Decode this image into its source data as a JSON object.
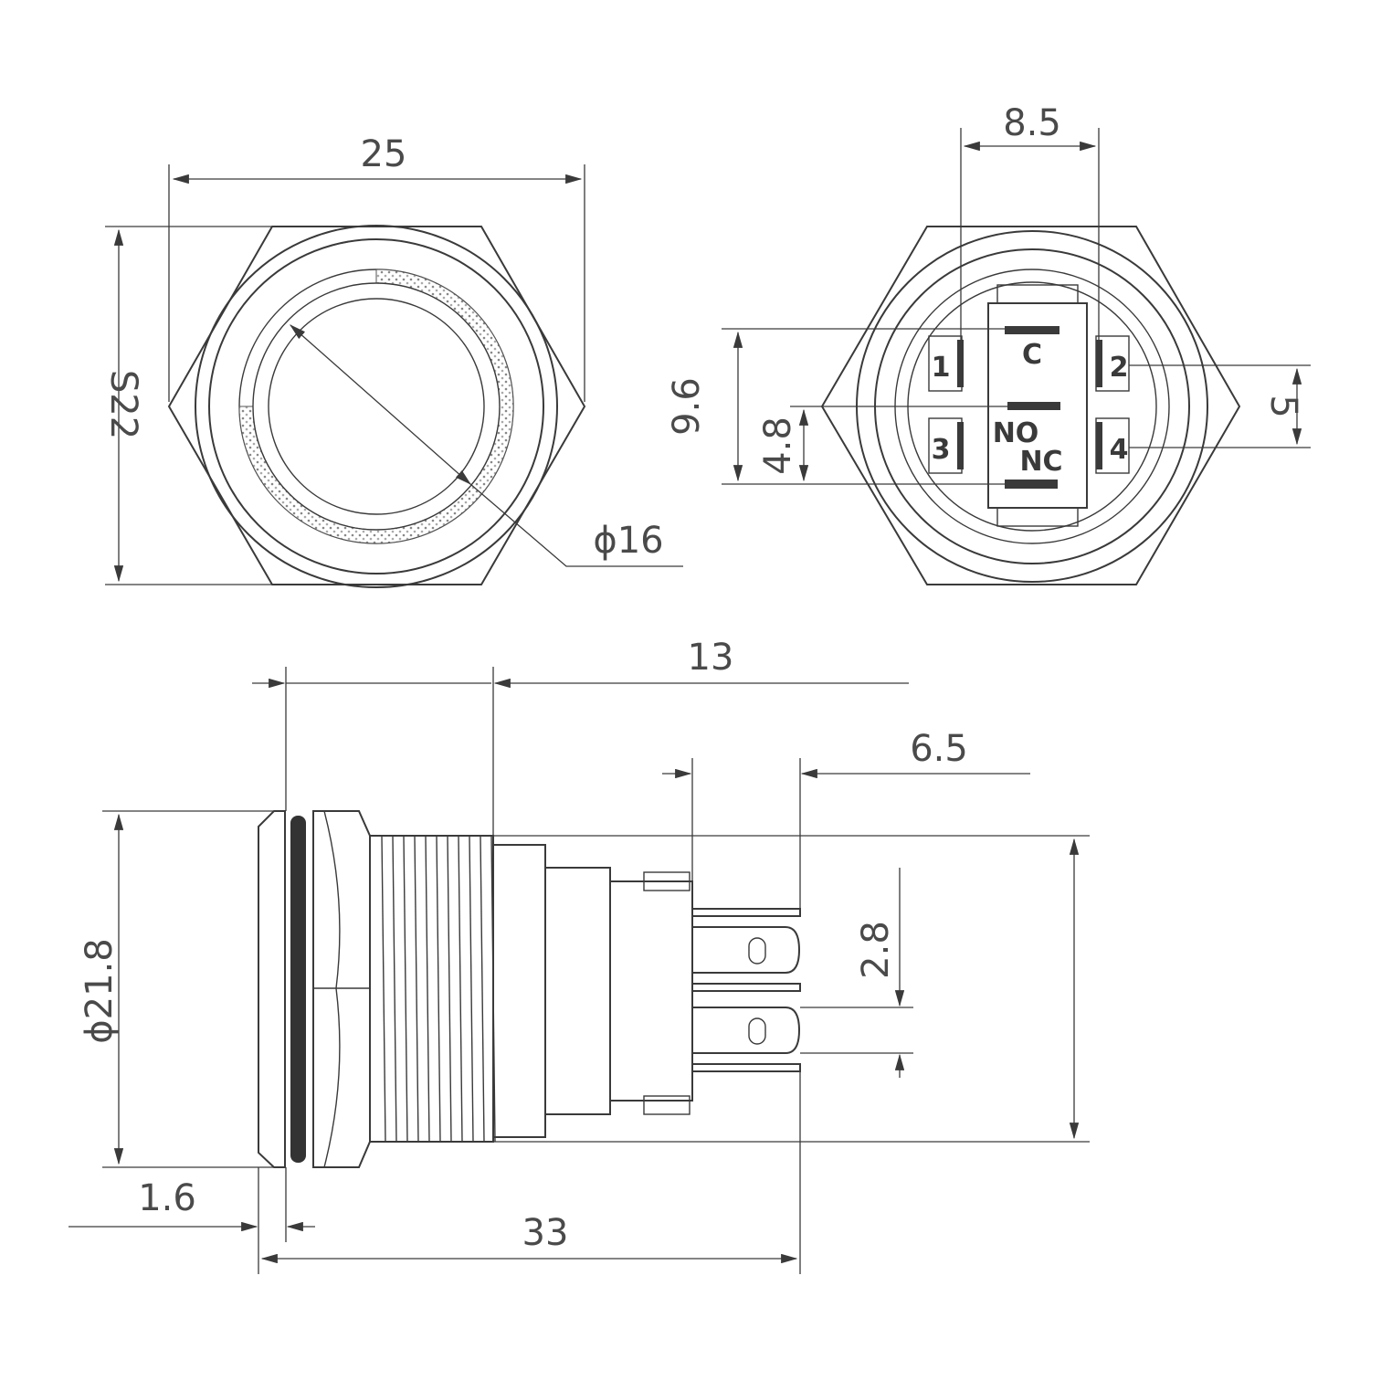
{
  "front_view": {
    "width_label": "25",
    "across_flats_label": "S22",
    "diameter_label": "ϕ16"
  },
  "back_view": {
    "pin_spacing_label": "8.5",
    "height_label": "9.6",
    "half_height_label": "4.8",
    "right_label": "5",
    "pins": [
      "1",
      "2",
      "3",
      "4"
    ],
    "contacts": {
      "common": "C",
      "normally_open": "NO",
      "normally_closed": "NC"
    }
  },
  "side_view": {
    "thread_length_label": "13",
    "terminal_label": "6.5",
    "terminal_width_label": "2.8",
    "diameter_label": "ϕ21.8",
    "flange_label": "1.6",
    "total_length_label": "33"
  }
}
